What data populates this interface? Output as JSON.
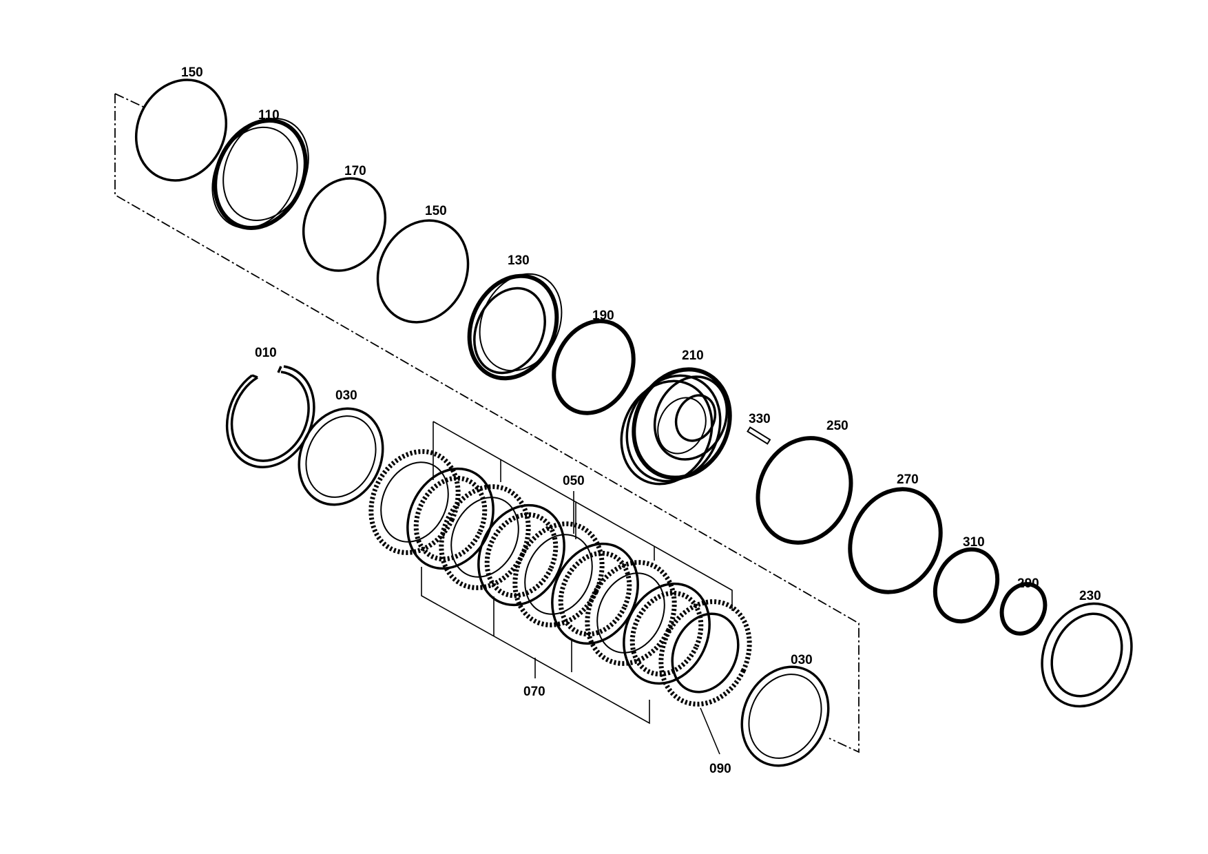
{
  "diagram": {
    "part_labels": [
      {
        "id": "150a",
        "text": "150"
      },
      {
        "id": "110",
        "text": "110"
      },
      {
        "id": "170",
        "text": "170"
      },
      {
        "id": "150b",
        "text": "150"
      },
      {
        "id": "130",
        "text": "130"
      },
      {
        "id": "190",
        "text": "190"
      },
      {
        "id": "210",
        "text": "210"
      },
      {
        "id": "010",
        "text": "010"
      },
      {
        "id": "030a",
        "text": "030"
      },
      {
        "id": "050",
        "text": "050"
      },
      {
        "id": "330",
        "text": "330"
      },
      {
        "id": "250",
        "text": "250"
      },
      {
        "id": "270",
        "text": "270"
      },
      {
        "id": "310",
        "text": "310"
      },
      {
        "id": "290",
        "text": "290"
      },
      {
        "id": "230",
        "text": "230"
      },
      {
        "id": "030b",
        "text": "030"
      },
      {
        "id": "070",
        "text": "070"
      },
      {
        "id": "090",
        "text": "090"
      }
    ]
  }
}
